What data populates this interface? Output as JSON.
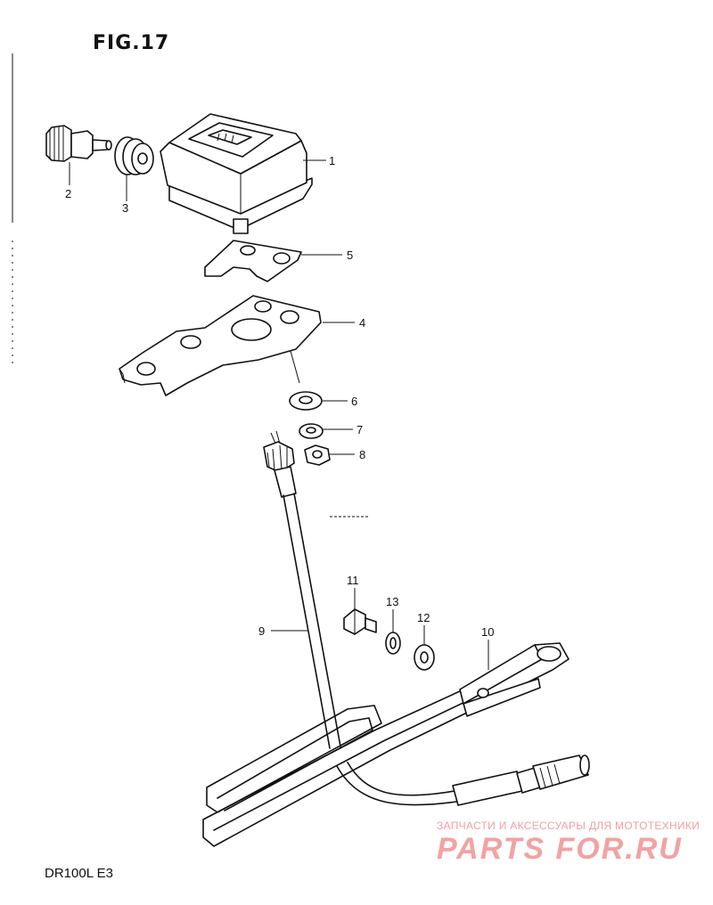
{
  "figure_title": "FIG.17",
  "model_code": "DR100L  E3",
  "watermark": {
    "tagline": "ЗАПЧАСТИ И АКСЕССУАРЫ ДЛЯ МОТОТЕХНИКИ",
    "brand": "PARTS FOR.RU"
  },
  "callouts": [
    {
      "id": "c1",
      "label": "1"
    },
    {
      "id": "c2",
      "label": "2"
    },
    {
      "id": "c3",
      "label": "3"
    },
    {
      "id": "c4",
      "label": "4"
    },
    {
      "id": "c5",
      "label": "5"
    },
    {
      "id": "c6",
      "label": "6"
    },
    {
      "id": "c7",
      "label": "7"
    },
    {
      "id": "c8",
      "label": "8"
    },
    {
      "id": "c9",
      "label": "9"
    },
    {
      "id": "c10",
      "label": "10"
    },
    {
      "id": "c11",
      "label": "11"
    },
    {
      "id": "c12",
      "label": "12"
    },
    {
      "id": "c13",
      "label": "13"
    }
  ]
}
